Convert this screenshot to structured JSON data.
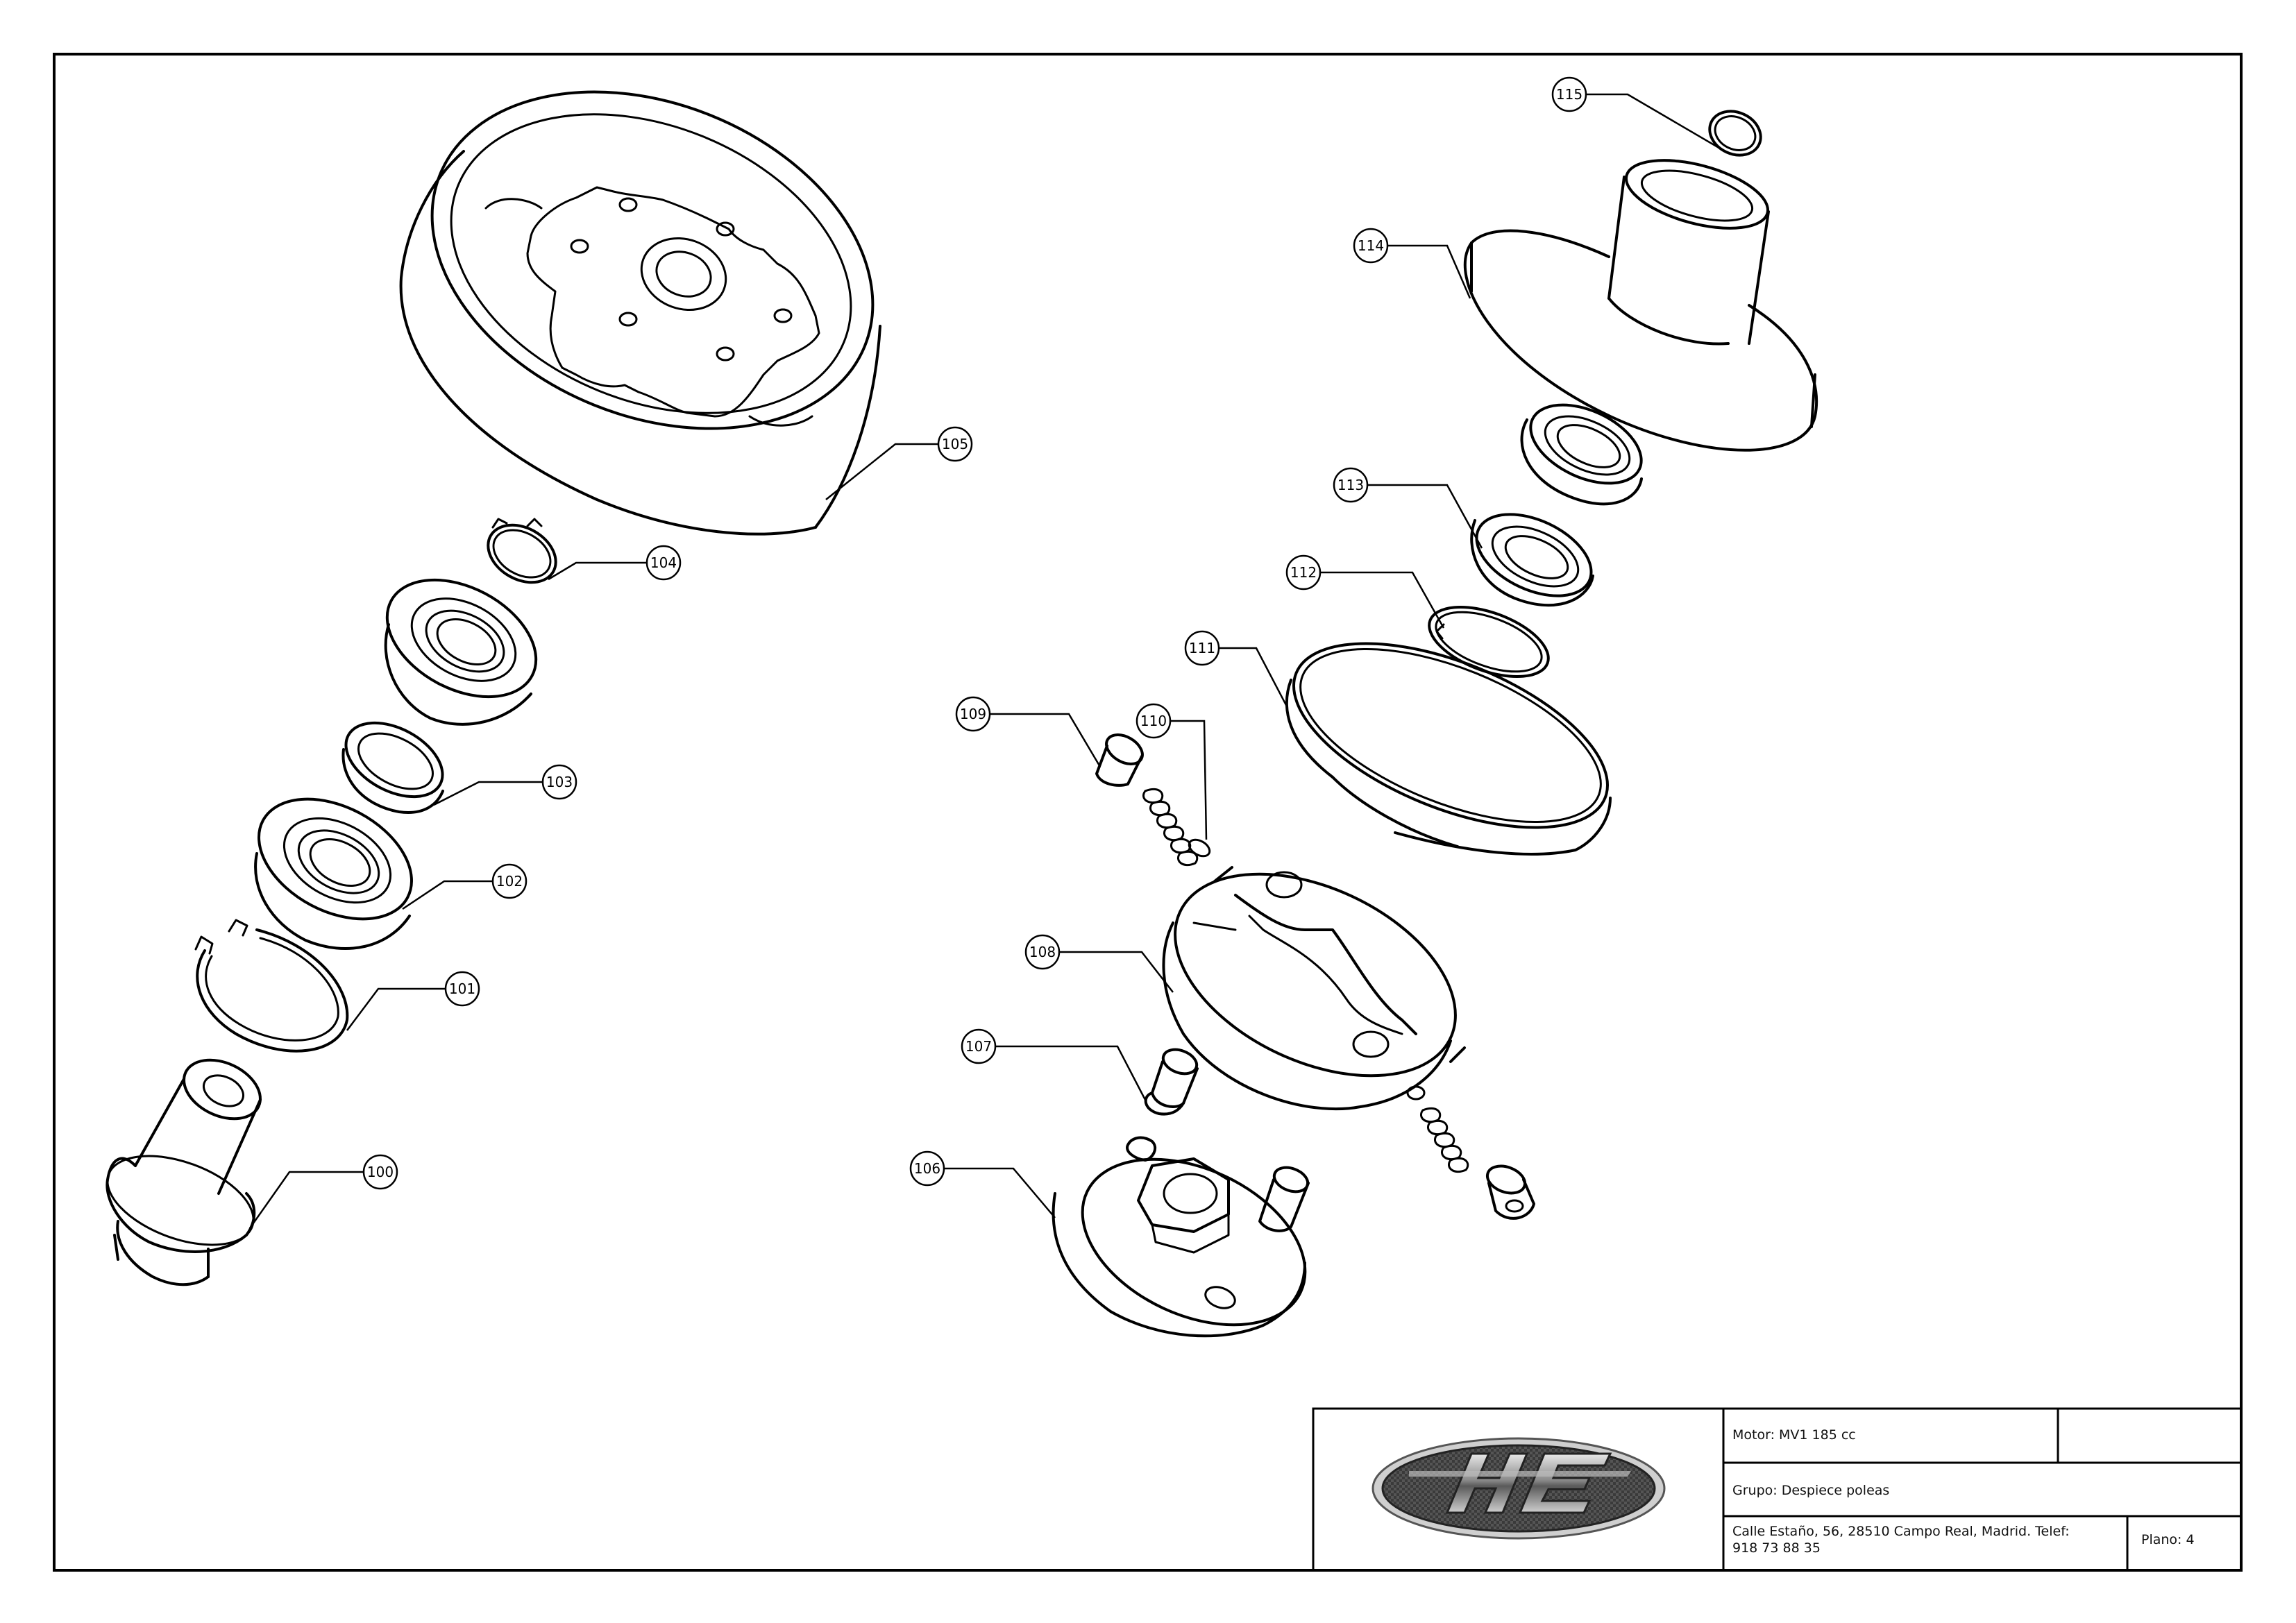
{
  "callouts": [
    {
      "id": "c100",
      "label": "100"
    },
    {
      "id": "c101",
      "label": "101"
    },
    {
      "id": "c102",
      "label": "102"
    },
    {
      "id": "c103",
      "label": "103"
    },
    {
      "id": "c104",
      "label": "104"
    },
    {
      "id": "c105",
      "label": "105"
    },
    {
      "id": "c106",
      "label": "106"
    },
    {
      "id": "c107",
      "label": "107"
    },
    {
      "id": "c108",
      "label": "108"
    },
    {
      "id": "c109",
      "label": "109"
    },
    {
      "id": "c110",
      "label": "110"
    },
    {
      "id": "c111",
      "label": "111"
    },
    {
      "id": "c112",
      "label": "112"
    },
    {
      "id": "c113",
      "label": "113"
    },
    {
      "id": "c114",
      "label": "114"
    },
    {
      "id": "c115",
      "label": "115"
    }
  ],
  "title_block": {
    "motor": "Motor: MV1 185 cc",
    "grupo": "Grupo: Despiece poleas",
    "address_line1": "Calle Estaño, 56, 28510 Campo Real, Madrid. Telef:",
    "address_line2": "918 73 88 35",
    "plano": "Plano: 4"
  }
}
